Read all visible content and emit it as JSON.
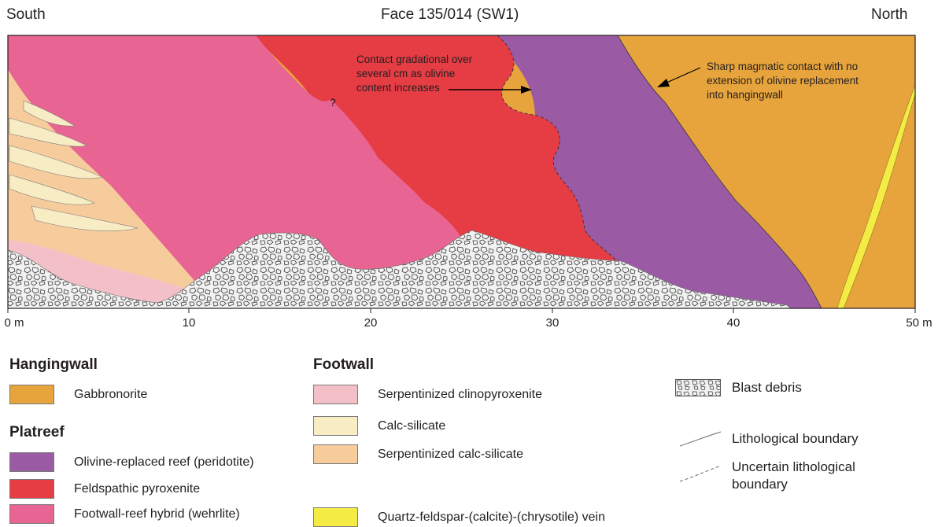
{
  "header": {
    "left": "South",
    "center": "Face 135/014 (SW1)",
    "right": "North"
  },
  "section": {
    "annotation_contact": [
      "Contact gradational over",
      "several cm as olivine",
      "content increases"
    ],
    "annotation_sharp": [
      "Sharp magmatic contact with no",
      "extension of olivine replacement",
      "into hangingwall"
    ],
    "question_mark": "?"
  },
  "axis": {
    "ticks": [
      "0 m",
      "10",
      "20",
      "30",
      "40",
      "50 m"
    ]
  },
  "colors": {
    "gabbronorite": "#e8a43c",
    "olivine_replaced": "#9b5ba4",
    "feldspathic": "#e63c44",
    "hybrid": "#e86492",
    "serp_clino": "#f4c0c8",
    "calc_silicate": "#f7ecc4",
    "serp_calc": "#f7cc9c",
    "vein": "#f4ec44",
    "debris_bg": "#f2f2f2"
  },
  "legend": {
    "hangingwall": {
      "title": "Hangingwall",
      "items": [
        {
          "label": "Gabbronorite"
        }
      ]
    },
    "platreef": {
      "title": "Platreef",
      "items": [
        {
          "label": "Olivine-replaced reef (peridotite)"
        },
        {
          "label": "Feldspathic pyroxenite"
        },
        {
          "label": "Footwall-reef hybrid (wehrlite)"
        }
      ]
    },
    "footwall": {
      "title": "Footwall",
      "items": [
        {
          "label": "Serpentinized clinopyroxenite"
        },
        {
          "label": "Calc-silicate"
        },
        {
          "label": "Serpentinized calc-silicate"
        },
        {
          "label": "Quartz-feldspar-(calcite)-(chrysotile) vein"
        }
      ]
    },
    "symbols": {
      "blast_debris": "Blast debris",
      "lith_boundary": "Lithological boundary",
      "uncertain_boundary": [
        "Uncertain lithological",
        "boundary"
      ]
    }
  }
}
